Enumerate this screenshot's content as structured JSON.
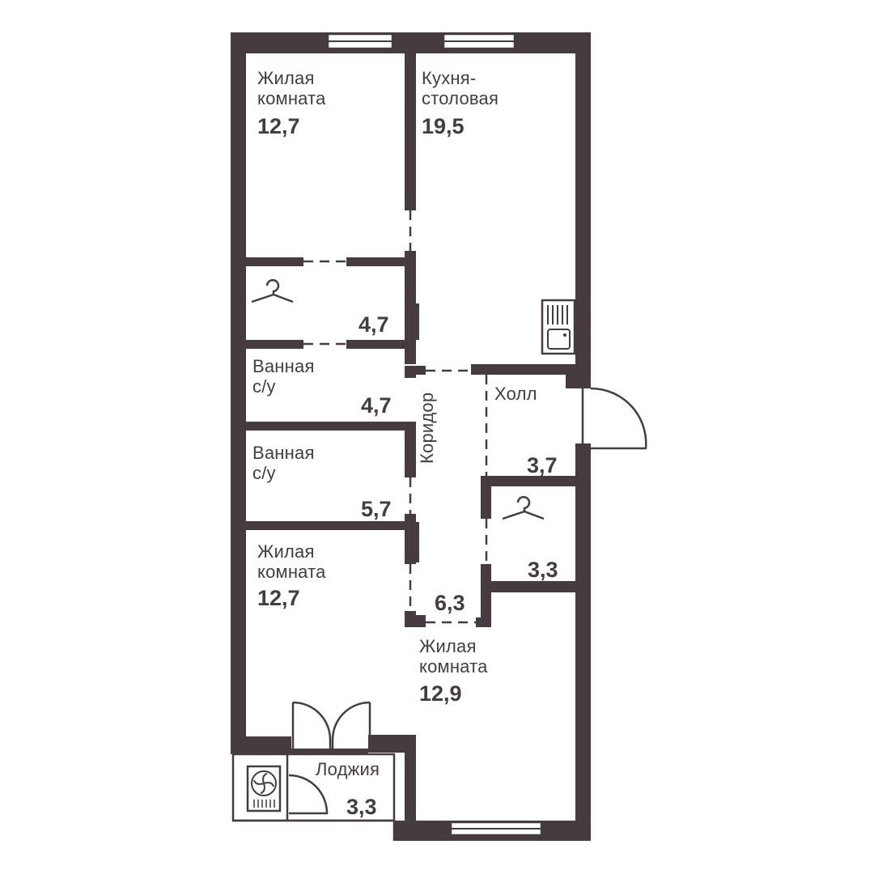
{
  "colors": {
    "wall": "#473b42",
    "background": "#ffffff"
  },
  "rooms": [
    {
      "id": "living-room-1",
      "label": "Жилая\nкомната",
      "area": "12,7"
    },
    {
      "id": "kitchen",
      "label": "Кухня-\nстоловая",
      "area": "19,5"
    },
    {
      "id": "wardrobe-1",
      "label": "",
      "area": "4,7",
      "icon": "hanger-icon"
    },
    {
      "id": "bathroom-1",
      "label": "Ванная\nс/у",
      "area": "4,7"
    },
    {
      "id": "bathroom-2",
      "label": "Ванная\nс/у",
      "area": "5,7"
    },
    {
      "id": "living-room-2",
      "label": "Жилая\nкомната",
      "area": "12,7"
    },
    {
      "id": "corridor",
      "label": "Коридор",
      "area": "6,3"
    },
    {
      "id": "hall",
      "label": "Холл",
      "area": "3,7"
    },
    {
      "id": "wardrobe-2",
      "label": "",
      "area": "3,3",
      "icon": "hanger-icon"
    },
    {
      "id": "living-room-3",
      "label": "Жилая\nкомната",
      "area": "12,9"
    },
    {
      "id": "loggia",
      "label": "Лоджия",
      "area": "3,3"
    }
  ],
  "fixtures": [
    {
      "id": "sink",
      "icon": "kitchen-sink-icon"
    },
    {
      "id": "ventilation",
      "icon": "fan-unit-icon"
    }
  ]
}
